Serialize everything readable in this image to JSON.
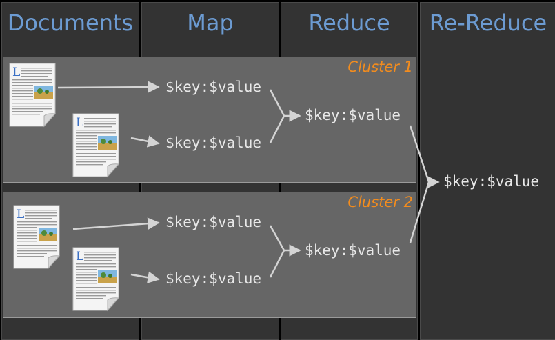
{
  "columns": {
    "documents": "Documents",
    "map": "Map",
    "reduce": "Reduce",
    "rereduce": "Re-Reduce"
  },
  "clusters": [
    {
      "label": "Cluster 1",
      "map_outputs": [
        "$key:$value",
        "$key:$value"
      ],
      "reduce_output": "$key:$value"
    },
    {
      "label": "Cluster 2",
      "map_outputs": [
        "$key:$value",
        "$key:$value"
      ],
      "reduce_output": "$key:$value"
    }
  ],
  "rereduce_output": "$key:$value",
  "colors": {
    "header_text": "#6c9bd2",
    "cluster_label": "#f28c1e",
    "column_bg": "#333333",
    "cluster_bg": "#666666",
    "arrow": "#d4d4d4"
  },
  "icons": [
    "document-icon"
  ]
}
